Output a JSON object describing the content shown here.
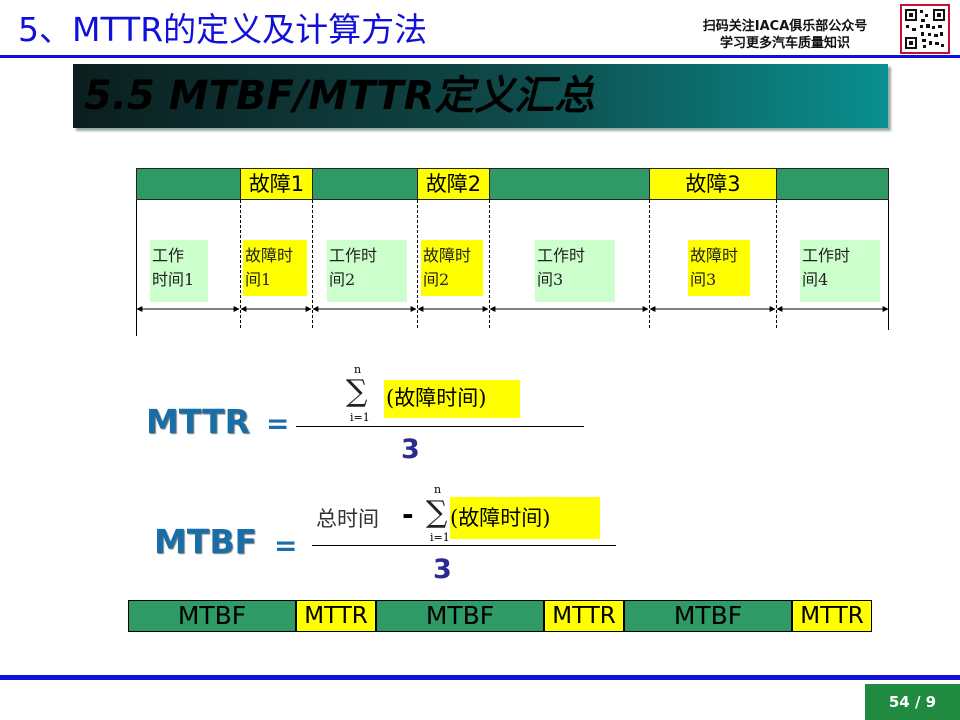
{
  "header": {
    "title": "5、MTTR的定义及计算方法",
    "promo_line1": "扫码关注IACA俱乐部公众号",
    "promo_line2": "学习更多汽车质量知识"
  },
  "section": {
    "title": "5.5 MTBF/MTTR定义汇总"
  },
  "timeline": {
    "faults": [
      "故障1",
      "故障2",
      "故障3"
    ],
    "work_labels": [
      [
        "工作",
        "时间1"
      ],
      [
        "工作时",
        "间2"
      ],
      [
        "工作时",
        "间3"
      ],
      [
        "工作时",
        "间4"
      ]
    ],
    "fault_labels": [
      [
        "故障时",
        "间1"
      ],
      [
        "故障时",
        "间2"
      ],
      [
        "故障时",
        "间3"
      ]
    ]
  },
  "formulas": {
    "mttr": {
      "name": "MTTR",
      "equals": "=",
      "sum_top": "n",
      "sum_bottom": "i=1",
      "sigma": "∑",
      "term": "(故障时间)",
      "denominator": "3"
    },
    "mtbf": {
      "name": "MTBF",
      "equals": "=",
      "total": "总时间",
      "minus": "-",
      "sum_top": "n",
      "sum_bottom": "i=1",
      "sigma": "∑",
      "term": "(故障时间)",
      "denominator": "3"
    }
  },
  "strip": [
    "MTBF",
    "MTTR",
    "MTBF",
    "MTTR",
    "MTBF",
    "MTTR"
  ],
  "footer": {
    "page": "54 / 9"
  },
  "colors": {
    "title_blue": "#1010d8",
    "timeline_green": "#2f9a66",
    "highlight_yellow": "#ffff00",
    "work_box_green": "#ccffcc",
    "formula_blue": "#1a6ea8",
    "pager_green": "#1f8a40"
  },
  "icons": {
    "qr": "qr-code-icon"
  }
}
